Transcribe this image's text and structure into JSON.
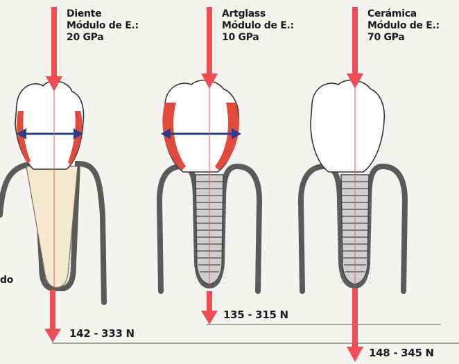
{
  "colors": {
    "force_arrow": "#ee4d55",
    "enamel_veneer": "#e24a3d",
    "width_arrow": "#2d3d8a",
    "bone_outline": "#5a5a5a",
    "root": "#f6e7cf"
  },
  "panels": [
    {
      "name_label": "Diente",
      "modulus_label": "Módulo de E.:",
      "modulus_value": "20 GPa",
      "force_label": "142 - 333 N"
    },
    {
      "name_label": "Artglass",
      "modulus_label": "Módulo de E.:",
      "modulus_value": "10 GPa",
      "force_label": "135 - 315 N"
    },
    {
      "name_label": "Cerámica",
      "modulus_label": "Módulo de E.:",
      "modulus_value": "70 GPa",
      "force_label": "148 - 345 N"
    }
  ],
  "edge_label": "do"
}
